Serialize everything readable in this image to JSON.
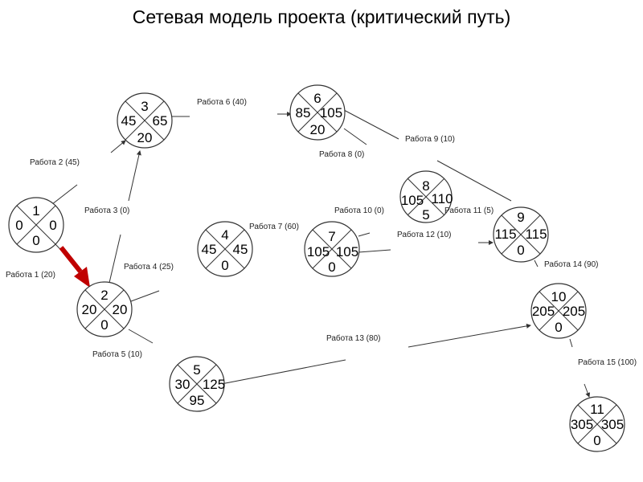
{
  "title": "Сетевая модель проекта (критический путь)",
  "critical_arrow_color": "#c00000",
  "nodes": [
    {
      "id": "1",
      "early": "0",
      "late": "0",
      "reserve": "0"
    },
    {
      "id": "2",
      "early": "20",
      "late": "20",
      "reserve": "0"
    },
    {
      "id": "3",
      "early": "45",
      "late": "65",
      "reserve": "20"
    },
    {
      "id": "4",
      "early": "45",
      "late": "45",
      "reserve": "0"
    },
    {
      "id": "5",
      "early": "30",
      "late": "125",
      "reserve": "95"
    },
    {
      "id": "6",
      "early": "85",
      "late": "105",
      "reserve": "20"
    },
    {
      "id": "7",
      "early": "105",
      "late": "105",
      "reserve": "0"
    },
    {
      "id": "8",
      "early": "105",
      "late": "110",
      "reserve": "5"
    },
    {
      "id": "9",
      "early": "115",
      "late": "115",
      "reserve": "0"
    },
    {
      "id": "10",
      "early": "205",
      "late": "205",
      "reserve": "0"
    },
    {
      "id": "11",
      "early": "305",
      "late": "305",
      "reserve": "0"
    }
  ],
  "works": [
    "Работа 1 (20)",
    "Работа 2 (45)",
    "Работа 3   (0)",
    "Работа 4 (25)",
    "Работа 5 (10)",
    "Работа 6 (40)",
    "Работа 7 (60)",
    "Работа 8 (0)",
    "Работа 9 (10)",
    "Работа 10 (0)",
    "Работа 11 (5)",
    "Работа 12 (10)",
    "Работа 13 (80)",
    "Работа 14 (90)",
    "Работа 15 (100)"
  ]
}
